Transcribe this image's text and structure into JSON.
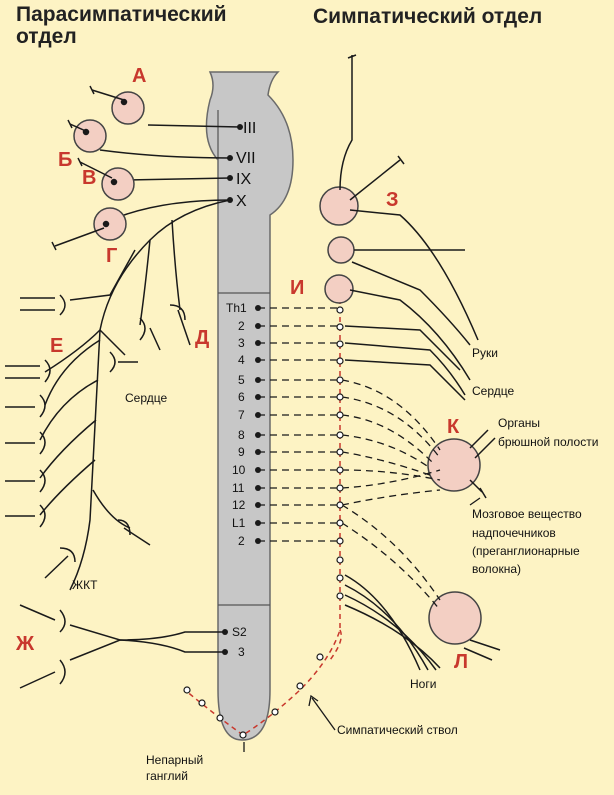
{
  "titles": {
    "parasympathetic_line1": "Парасимпатический",
    "parasympathetic_line2": "отдел",
    "sympathetic": "Симпатический отдел"
  },
  "letters": {
    "A": "А",
    "B": "Б",
    "V": "В",
    "G": "Г",
    "D": "Д",
    "E": "Е",
    "Zh": "Ж",
    "Z": "З",
    "I": "И",
    "K": "К",
    "L": "Л"
  },
  "cranial_nerves": [
    "III",
    "VII",
    "IX",
    "X"
  ],
  "segments": [
    "Th1",
    "2",
    "3",
    "4",
    "5",
    "6",
    "7",
    "8",
    "9",
    "10",
    "11",
    "12",
    "L1",
    "2"
  ],
  "sacral": [
    "S2",
    "3"
  ],
  "labels": {
    "heart_left": "Сердце",
    "gi_tract": "ЖКТ",
    "arms": "Руки",
    "heart_right": "Сердце",
    "abdominal_1": "Органы",
    "abdominal_2": "брюшной полости",
    "adrenal_1": "Мозговое вещество",
    "adrenal_2": "надпочечников",
    "adrenal_3": "(преганглионарные",
    "adrenal_4": "волокна)",
    "legs": "Ноги",
    "sympathetic_trunk": "Симпатический ствол",
    "unpaired_1": "Непарный",
    "unpaired_2": "ганглий"
  },
  "colors": {
    "background": "#fdf3c4",
    "ganglion": "#f3cfc3",
    "spinal_cord": "#c7c7c7",
    "accent": "#c8382d",
    "line": "#1a1a1a"
  }
}
